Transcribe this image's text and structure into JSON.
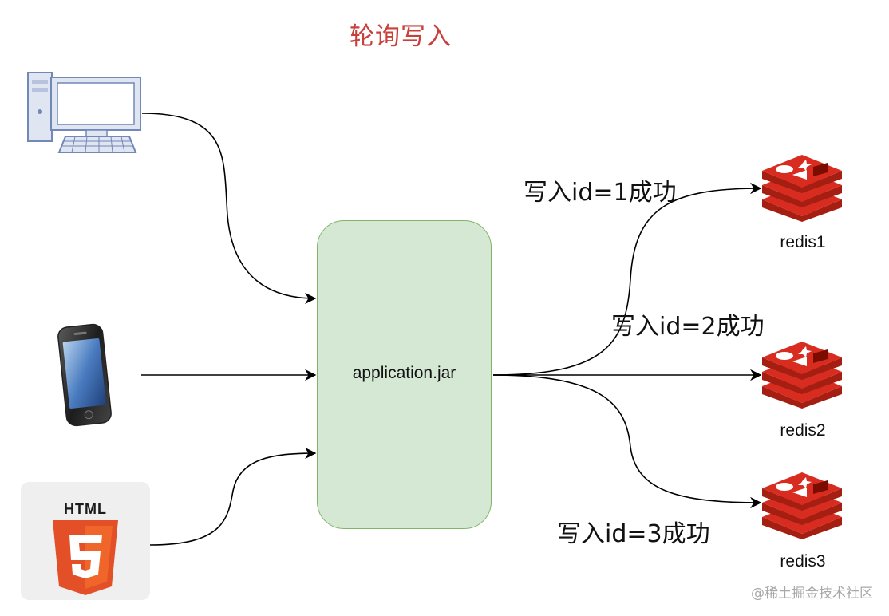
{
  "title": "轮询写入",
  "application": {
    "label": "application.jar"
  },
  "clients": [
    {
      "name": "desktop-computer"
    },
    {
      "name": "mobile-phone"
    },
    {
      "name": "html5",
      "logo_text": "HTML",
      "badge_text": "5"
    }
  ],
  "redis_nodes": [
    {
      "label": "redis1",
      "edge_label": "写入id=1成功"
    },
    {
      "label": "redis2",
      "edge_label": "写入id=2成功"
    },
    {
      "label": "redis3",
      "edge_label": "写入id=3成功"
    }
  ],
  "watermark": "@稀土掘金技术社区",
  "colors": {
    "title": "#c93f3a",
    "app_fill": "#d5e8d4",
    "app_stroke": "#82b366",
    "redis_red": "#d82c20",
    "redis_dark": "#a41e11"
  }
}
